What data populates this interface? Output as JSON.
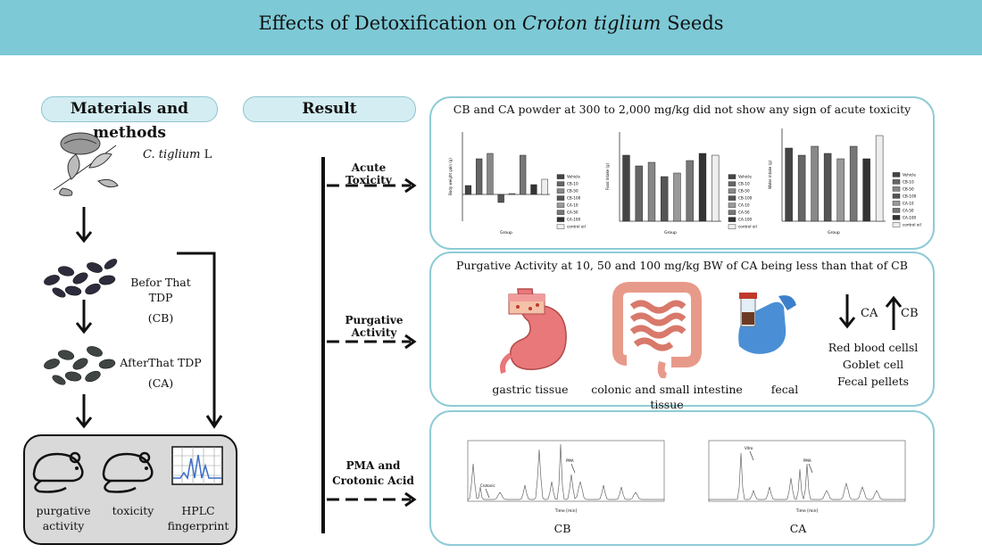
{
  "header": {
    "title_pre": "Effects of Detoxification on ",
    "title_italic": "Croton tiglium",
    "title_post": " Seeds"
  },
  "left": {
    "title": "Materials and methods",
    "plant_label_italic": "C. tiglium",
    "plant_label_suffix": " L",
    "cb_label": "Befor That TDP",
    "cb_abbr": "(CB)",
    "ca_label": "AfterThat TDP",
    "ca_abbr": "(CA)",
    "methods": [
      "purgative",
      "activity",
      "toxicity",
      "HPLC",
      "fingerprint"
    ]
  },
  "result": {
    "title": "Result",
    "acute_label": "Acute Toxicity",
    "purgative_label": "Purgative Activity",
    "pma_label_1": "PMA and",
    "pma_label_2": "Crotonic Acid"
  },
  "panel1": {
    "title": "CB and CA powder at 300 to 2,000 mg/kg did not show any sign of acute toxicity",
    "legend": [
      "Vehicle",
      "CB-10",
      "CB-50",
      "CB-100",
      "CA-10",
      "CA-50",
      "CA-100",
      "control oil"
    ],
    "xlabel": "Group",
    "ylabels": [
      "Body weight gain (g)",
      "Food intake (g)",
      "Water intake (g)"
    ]
  },
  "panel2": {
    "title": "Purgative Activity at 10, 50 and 100 mg/kg BW of CA being less than that of CB",
    "captions": [
      "gastric tissue",
      "colonic and small intestine tissue",
      "fecal"
    ],
    "ca": "CA",
    "cb": "CB",
    "outcomes": [
      "Red blood cellsl",
      "Goblet cell",
      "Fecal pellets"
    ]
  },
  "panel3": {
    "captions": [
      "CB",
      "CA"
    ],
    "peak_cb": [
      "Crotonic",
      "PMA"
    ],
    "peak_ca": [
      "Vitro",
      "PMA"
    ],
    "xlabel": "Time [min]"
  }
}
